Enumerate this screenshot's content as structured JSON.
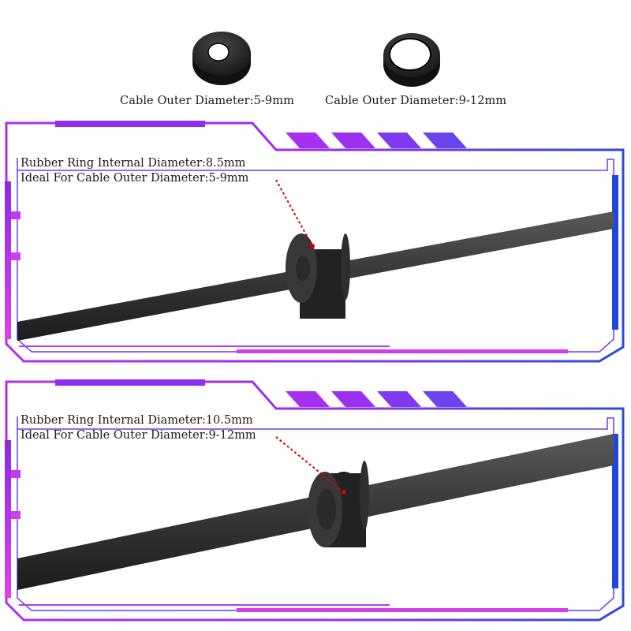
{
  "top": {
    "small_ring_caption": "Cable Outer Diameter:5-9mm",
    "large_ring_caption": "Cable Outer Diameter:9-12mm"
  },
  "panels": [
    {
      "line1": "Rubber Ring Internal  Diameter:8.5mm",
      "line2": "Ideal For Cable Outer Diameter:5-9mm"
    },
    {
      "line1": "Rubber Ring Internal  Diameter:10.5mm",
      "line2": "Ideal For Cable Outer Diameter:9-12mm"
    }
  ],
  "colors": {
    "frame_purple": "#9b2cf5",
    "frame_magenta": "#e040e8",
    "frame_blue": "#2a4be0",
    "leader_red": "#d40000",
    "cable": "#3a3a3a",
    "rubber": "#2b2b2b"
  },
  "icons": [
    "small-rubber-ring-icon",
    "large-rubber-ring-icon"
  ]
}
